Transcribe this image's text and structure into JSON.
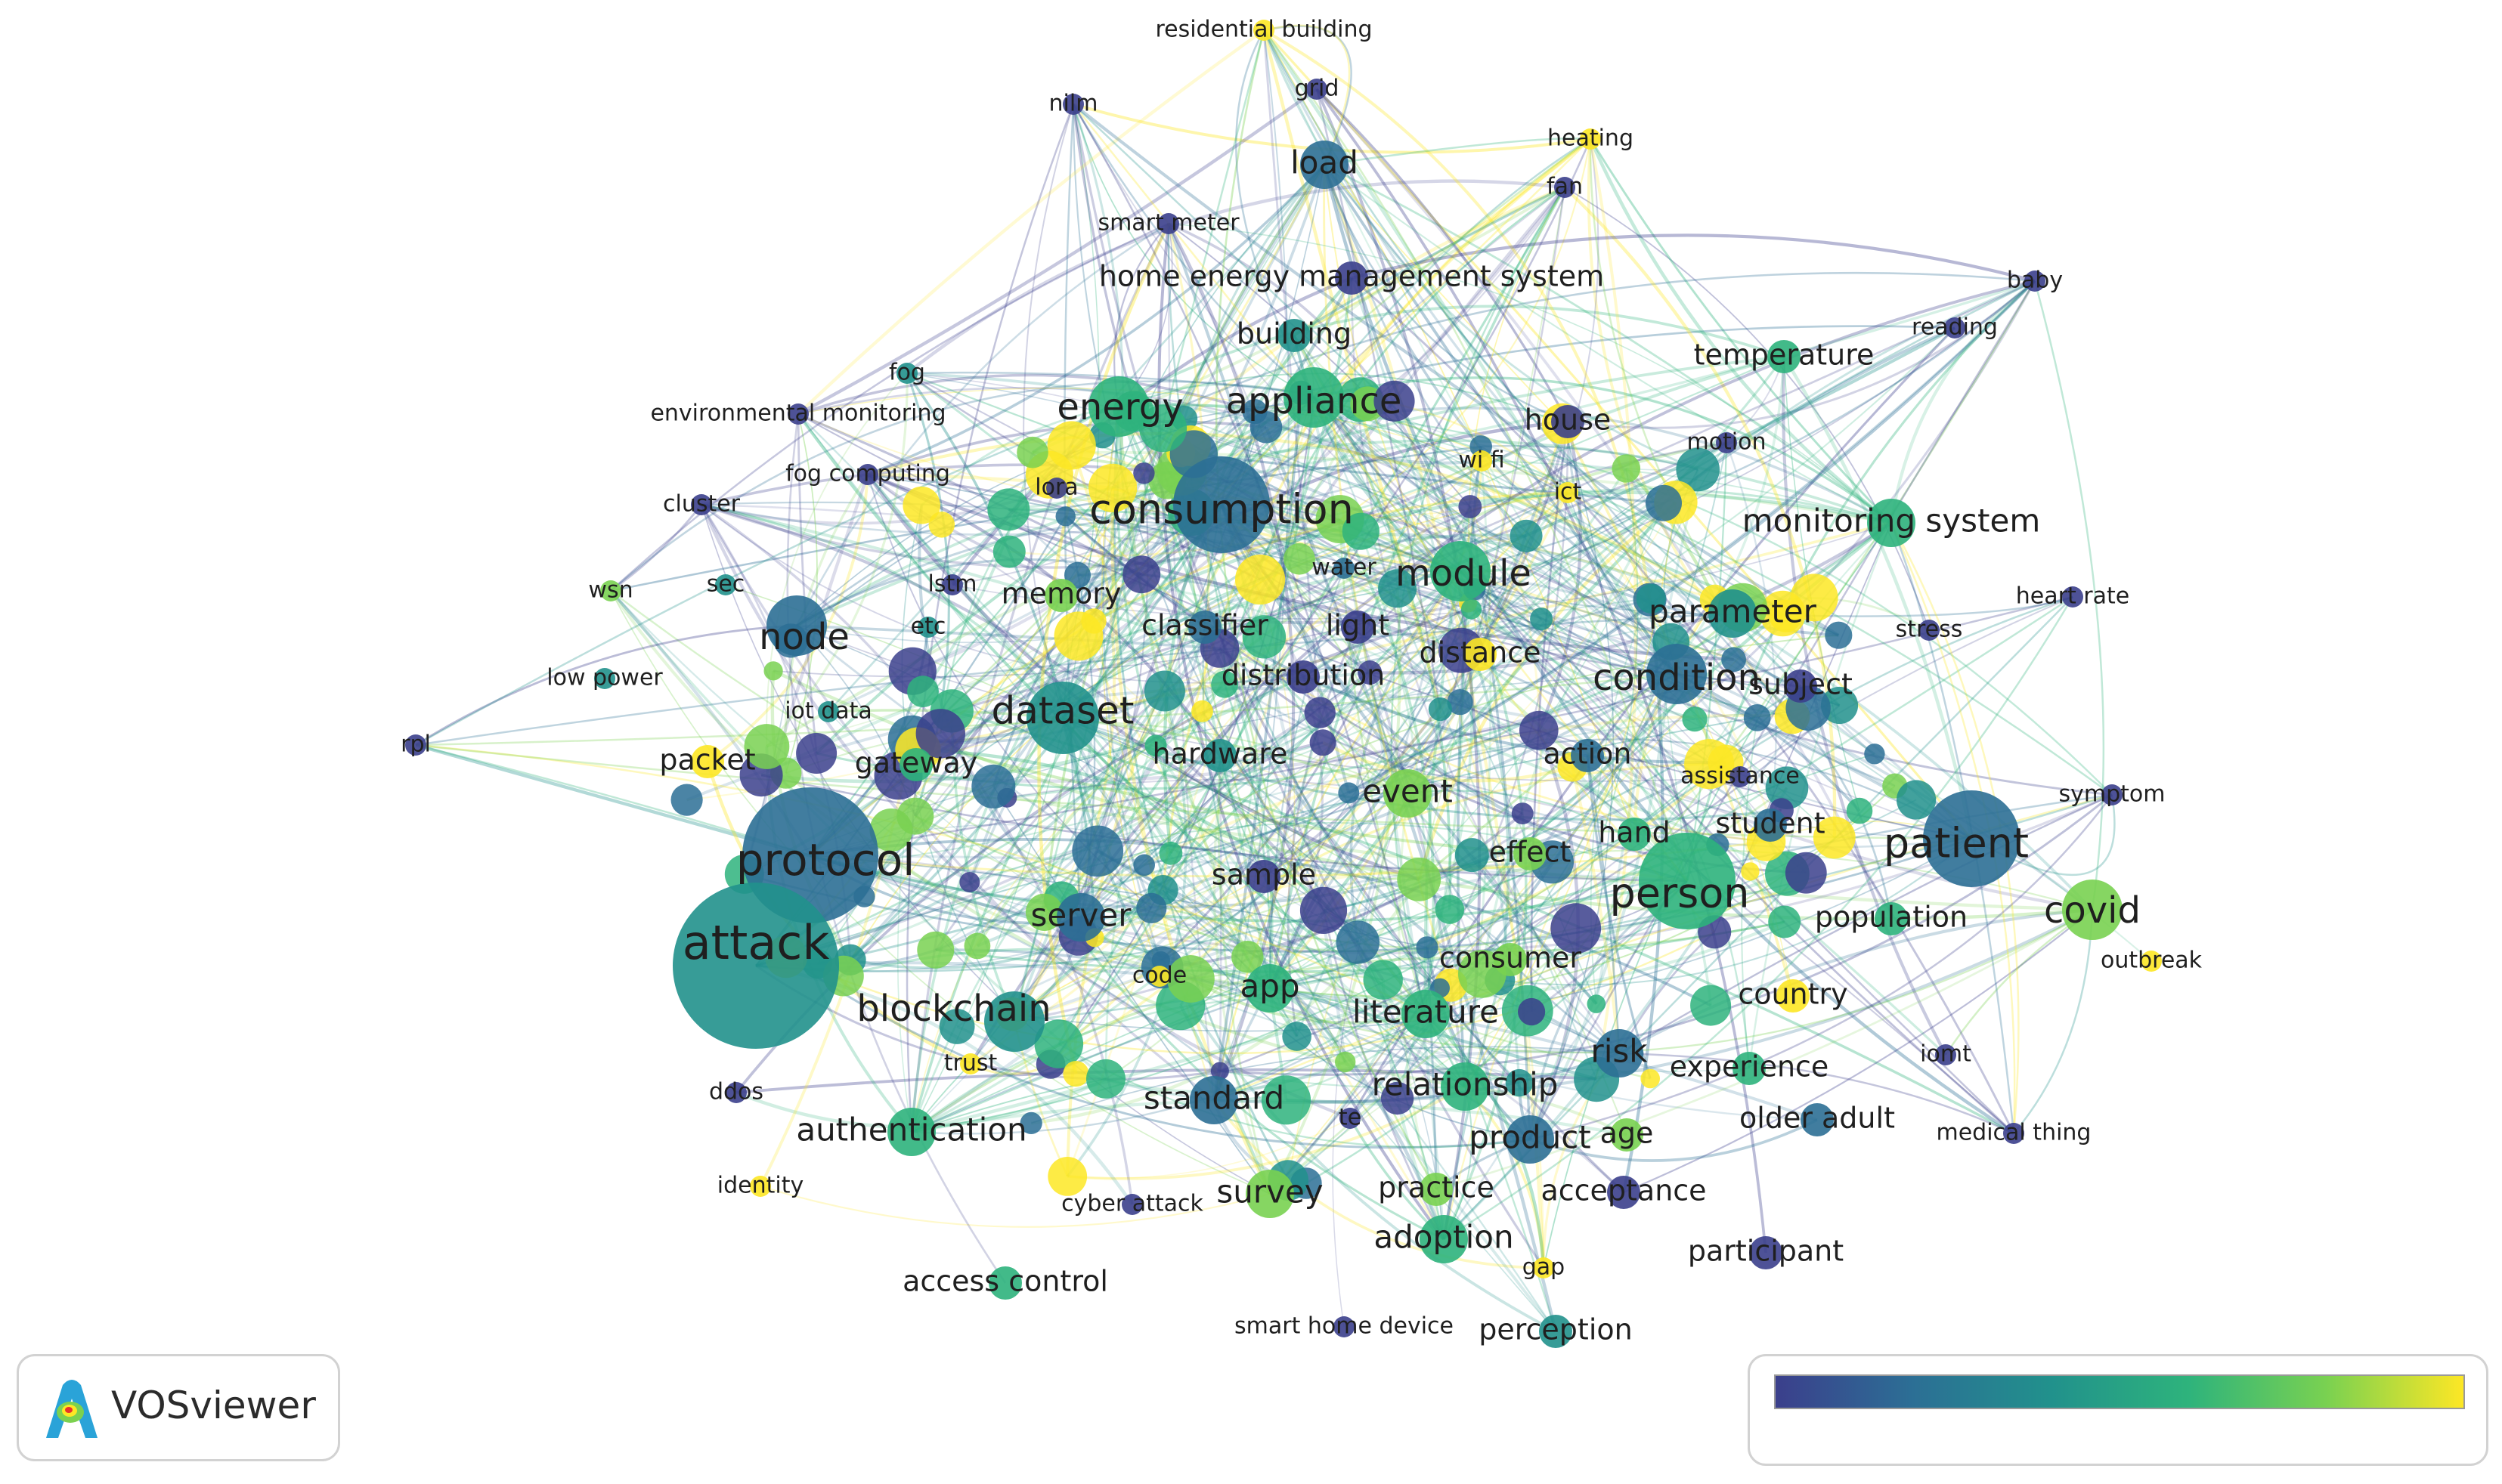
{
  "app": {
    "logo_label": "VOSviewer",
    "logo_icon": "vosviewer-logo-icon"
  },
  "colors": {
    "scale": [
      "#3b3f8c",
      "#2c6f95",
      "#21918c",
      "#2eb37c",
      "#79d151",
      "#fde725"
    ],
    "link": "#9fb7d0",
    "label": "#1f1f1f"
  },
  "color_scale": {
    "type": "overlay-gradient",
    "labels_shown": false
  },
  "network": {
    "nodes": [
      {
        "label": "residential building",
        "c": 5,
        "w": 1
      },
      {
        "label": "grid",
        "c": 0,
        "w": 1
      },
      {
        "label": "nilm",
        "c": 0,
        "w": 1
      },
      {
        "label": "heating",
        "c": 5,
        "w": 1
      },
      {
        "label": "load",
        "c": 1,
        "w": 3
      },
      {
        "label": "fan",
        "c": 0,
        "w": 1
      },
      {
        "label": "smart meter",
        "c": 0,
        "w": 1
      },
      {
        "label": "home energy management system",
        "c": 0,
        "w": 2
      },
      {
        "label": "baby",
        "c": 0,
        "w": 1
      },
      {
        "label": "reading",
        "c": 0,
        "w": 1
      },
      {
        "label": "building",
        "c": 2,
        "w": 2
      },
      {
        "label": "temperature",
        "c": 3,
        "w": 2
      },
      {
        "label": "fog",
        "c": 2,
        "w": 1
      },
      {
        "label": "energy",
        "c": 3,
        "w": 4
      },
      {
        "label": "appliance",
        "c": 3,
        "w": 4
      },
      {
        "label": "environmental monitoring",
        "c": 0,
        "w": 1
      },
      {
        "label": "house",
        "c": 0,
        "w": 2
      },
      {
        "label": "motion",
        "c": 0,
        "w": 1
      },
      {
        "label": "wi fi",
        "c": 5,
        "w": 1
      },
      {
        "label": "fog computing",
        "c": 0,
        "w": 1
      },
      {
        "label": "lora",
        "c": 0,
        "w": 1
      },
      {
        "label": "cluster",
        "c": 0,
        "w": 1
      },
      {
        "label": "ict",
        "c": 5,
        "w": 1
      },
      {
        "label": "consumption",
        "c": 1,
        "w": 6
      },
      {
        "label": "monitoring system",
        "c": 3,
        "w": 3
      },
      {
        "label": "module",
        "c": 3,
        "w": 4
      },
      {
        "label": "wsn",
        "c": 4,
        "w": 1
      },
      {
        "label": "sec",
        "c": 2,
        "w": 1
      },
      {
        "label": "lstm",
        "c": 0,
        "w": 1
      },
      {
        "label": "water",
        "c": 1,
        "w": 1
      },
      {
        "label": "memory",
        "c": 4,
        "w": 2
      },
      {
        "label": "heart rate",
        "c": 0,
        "w": 1
      },
      {
        "label": "parameter",
        "c": 2,
        "w": 3
      },
      {
        "label": "node",
        "c": 1,
        "w": 4
      },
      {
        "label": "etc",
        "c": 2,
        "w": 1
      },
      {
        "label": "classifier",
        "c": 1,
        "w": 2
      },
      {
        "label": "light",
        "c": 0,
        "w": 2
      },
      {
        "label": "stress",
        "c": 0,
        "w": 1
      },
      {
        "label": "distance",
        "c": 5,
        "w": 2
      },
      {
        "label": "low power",
        "c": 2,
        "w": 1
      },
      {
        "label": "distribution",
        "c": 0,
        "w": 2
      },
      {
        "label": "condition",
        "c": 1,
        "w": 4
      },
      {
        "label": "subject",
        "c": 0,
        "w": 2
      },
      {
        "label": "dataset",
        "c": 2,
        "w": 5
      },
      {
        "label": "iot data",
        "c": 2,
        "w": 1
      },
      {
        "label": "rpl",
        "c": 0,
        "w": 1
      },
      {
        "label": "hardware",
        "c": 2,
        "w": 2
      },
      {
        "label": "action",
        "c": 1,
        "w": 2
      },
      {
        "label": "packet",
        "c": 5,
        "w": 2
      },
      {
        "label": "gateway",
        "c": 3,
        "w": 2
      },
      {
        "label": "assistance",
        "c": 0,
        "w": 1
      },
      {
        "label": "event",
        "c": 4,
        "w": 3
      },
      {
        "label": "symptom",
        "c": 0,
        "w": 1
      },
      {
        "label": "student",
        "c": 1,
        "w": 2
      },
      {
        "label": "hand",
        "c": 3,
        "w": 2
      },
      {
        "label": "patient",
        "c": 1,
        "w": 6
      },
      {
        "label": "protocol",
        "c": 1,
        "w": 7
      },
      {
        "label": "effect",
        "c": 4,
        "w": 2
      },
      {
        "label": "sample",
        "c": 0,
        "w": 2
      },
      {
        "label": "person",
        "c": 3,
        "w": 6
      },
      {
        "label": "covid",
        "c": 4,
        "w": 4
      },
      {
        "label": "server",
        "c": 1,
        "w": 3
      },
      {
        "label": "population",
        "c": 3,
        "w": 2
      },
      {
        "label": "attack",
        "c": 2,
        "w": 8
      },
      {
        "label": "consumer",
        "c": 4,
        "w": 2
      },
      {
        "label": "outbreak",
        "c": 5,
        "w": 1
      },
      {
        "label": "code",
        "c": 5,
        "w": 1
      },
      {
        "label": "app",
        "c": 3,
        "w": 3
      },
      {
        "label": "blockchain",
        "c": 2,
        "w": 4
      },
      {
        "label": "country",
        "c": 5,
        "w": 2
      },
      {
        "label": "literature",
        "c": 3,
        "w": 3
      },
      {
        "label": "trust",
        "c": 5,
        "w": 1
      },
      {
        "label": "risk",
        "c": 1,
        "w": 3
      },
      {
        "label": "iomt",
        "c": 0,
        "w": 1
      },
      {
        "label": "experience",
        "c": 3,
        "w": 2
      },
      {
        "label": "ddos",
        "c": 0,
        "w": 1
      },
      {
        "label": "relationship",
        "c": 3,
        "w": 3
      },
      {
        "label": "standard",
        "c": 1,
        "w": 3
      },
      {
        "label": "older adult",
        "c": 1,
        "w": 2
      },
      {
        "label": "authentication",
        "c": 3,
        "w": 3
      },
      {
        "label": "te",
        "c": 0,
        "w": 1
      },
      {
        "label": "product",
        "c": 1,
        "w": 3
      },
      {
        "label": "age",
        "c": 4,
        "w": 2
      },
      {
        "label": "medical thing",
        "c": 0,
        "w": 1
      },
      {
        "label": "identity",
        "c": 5,
        "w": 1
      },
      {
        "label": "practice",
        "c": 4,
        "w": 2
      },
      {
        "label": "acceptance",
        "c": 0,
        "w": 2
      },
      {
        "label": "survey",
        "c": 4,
        "w": 3
      },
      {
        "label": "cyber attack",
        "c": 0,
        "w": 1
      },
      {
        "label": "adoption",
        "c": 3,
        "w": 3
      },
      {
        "label": "participant",
        "c": 0,
        "w": 2
      },
      {
        "label": "gap",
        "c": 5,
        "w": 1
      },
      {
        "label": "access control",
        "c": 3,
        "w": 2
      },
      {
        "label": "smart home device",
        "c": 0,
        "w": 1
      },
      {
        "label": "perception",
        "c": 2,
        "w": 2
      }
    ]
  }
}
